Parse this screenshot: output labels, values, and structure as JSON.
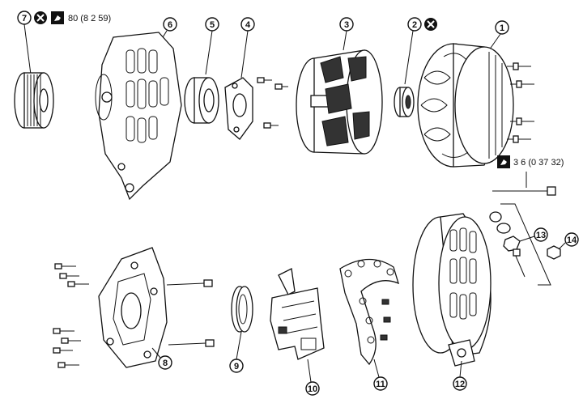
{
  "callouts": [
    {
      "id": "1",
      "label": "1"
    },
    {
      "id": "2",
      "label": "2"
    },
    {
      "id": "3",
      "label": "3"
    },
    {
      "id": "4",
      "label": "4"
    },
    {
      "id": "5",
      "label": "5"
    },
    {
      "id": "6",
      "label": "6"
    },
    {
      "id": "7",
      "label": "7"
    },
    {
      "id": "8",
      "label": "8"
    },
    {
      "id": "9",
      "label": "9"
    },
    {
      "id": "10",
      "label": "10"
    },
    {
      "id": "11",
      "label": "11"
    },
    {
      "id": "12",
      "label": "12"
    },
    {
      "id": "13",
      "label": "13"
    },
    {
      "id": "14",
      "label": "14"
    }
  ],
  "torque": {
    "pulley_nut": "80 (8 2  59)",
    "through_bolt": "3 6 (0 37  32)"
  },
  "symbols": {
    "do_not_reuse": "do-not-reuse-symbol",
    "torque_wrench": "torque-wrench-icon"
  }
}
